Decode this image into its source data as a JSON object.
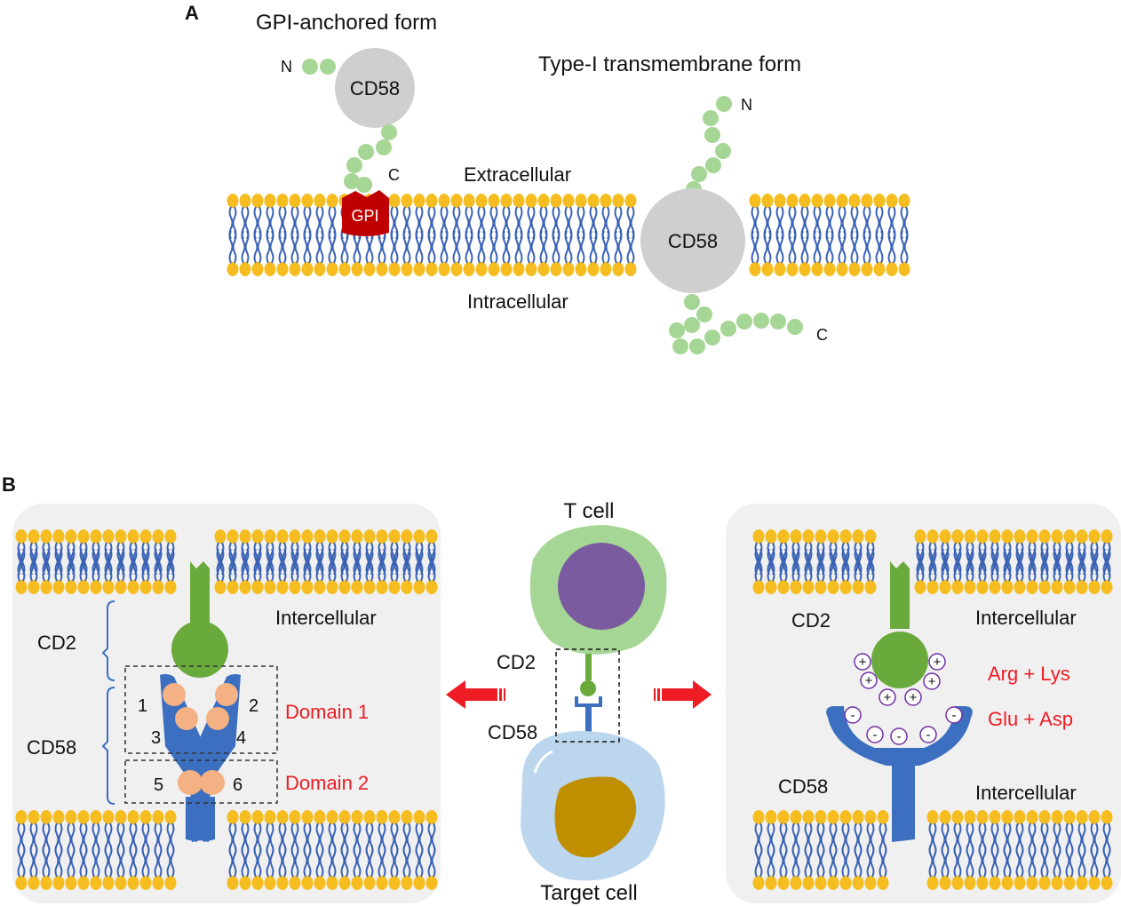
{
  "panel_a": {
    "letter": "A",
    "gpi_title": "GPI-anchored form",
    "type1_title": "Type-I transmembrane form",
    "cd58_label": "CD58",
    "gpi_label": "GPI",
    "n_label": "N",
    "c_label": "C",
    "extracellular": "Extracellular",
    "intracellular": "Intracellular"
  },
  "panel_b": {
    "letter": "B",
    "left": {
      "cd2": "CD2",
      "cd58": "CD58",
      "intercellular": "Intercellular",
      "domain1": "Domain 1",
      "domain2": "Domain 2",
      "numbers": [
        "1",
        "2",
        "3",
        "4",
        "5",
        "6"
      ]
    },
    "center": {
      "t_cell": "T cell",
      "target_cell": "Target cell",
      "cd2": "CD2",
      "cd58": "CD58"
    },
    "right": {
      "cd2": "CD2",
      "cd58": "CD58",
      "intercellular_top": "Intercellular",
      "intercellular_bottom": "Intercellular",
      "arg_lys": "Arg + Lys",
      "glu_asp": "Glu + Asp",
      "plus": "+",
      "minus": "-"
    }
  },
  "colors": {
    "bead_green": "#a6d695",
    "cd58_gray": "#cfcfcf",
    "gpi_red": "#c00000",
    "lipid_head": "#f5bd1f",
    "lipid_tail": "#3a62b5",
    "cd2_green": "#6aaa3c",
    "cd58_blue": "#3c6fbf",
    "domain_peach": "#f4b183",
    "label_red": "#ee1c25",
    "panel_bg": "#f0f0f0",
    "t_cell_body": "#a6d695",
    "t_cell_nucleus": "#7a5b9f",
    "target_body": "#bcd6ee",
    "target_nucleus": "#bf8f00",
    "charge_purple": "#7030a0"
  }
}
